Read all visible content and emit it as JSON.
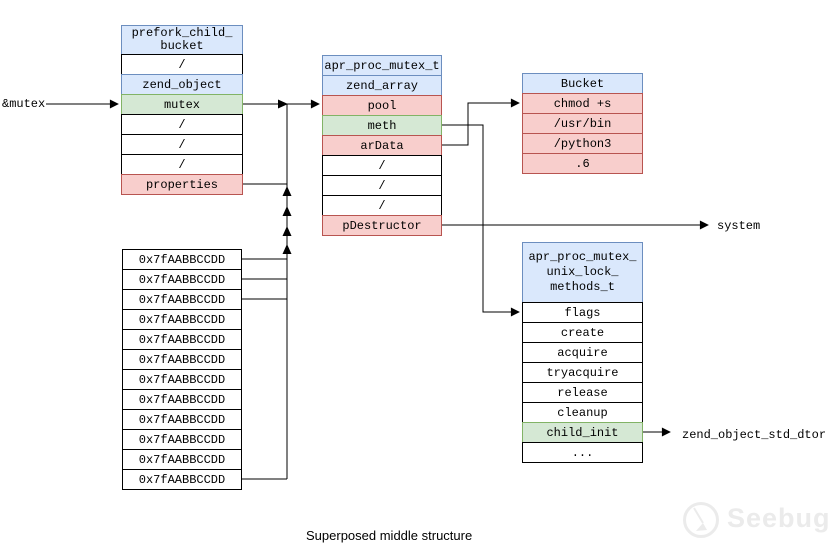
{
  "labels": {
    "amp_mutex": "&mutex",
    "system": "system",
    "zend_object_std_dtor": "zend_object_std_dtor",
    "caption": "Superposed middle structure",
    "watermark": "Seebug"
  },
  "colors": {
    "blue_fill": "#dae8fc",
    "blue_border": "#6c8ebf",
    "green_fill": "#d5e8d4",
    "green_border": "#82b366",
    "red_fill": "#f8cecc",
    "red_border": "#b85450",
    "line": "#000000",
    "watermark": "#ebebeb"
  },
  "boxes": {
    "prefork": {
      "title": [
        "prefork_child_",
        "bucket"
      ],
      "rows": [
        "/",
        "zend_object",
        "mutex",
        "/",
        "/",
        "/",
        "properties"
      ]
    },
    "apr_mutex": {
      "rows": [
        "apr_proc_mutex_t",
        "zend_array",
        "pool",
        "meth",
        "arData",
        "/",
        "/",
        "/",
        "pDestructor"
      ]
    },
    "bucket": {
      "rows": [
        "Bucket",
        "chmod +s",
        "/usr/bin",
        "/python3",
        ".6"
      ]
    },
    "methods": {
      "title": [
        "apr_proc_mutex_",
        "unix_lock_",
        "methods_t"
      ],
      "rows": [
        "flags",
        "create",
        "acquire",
        "tryacquire",
        "release",
        "cleanup",
        "child_init",
        "..."
      ]
    },
    "stack": {
      "rows": [
        "0x7fAABBCCDD",
        "0x7fAABBCCDD",
        "0x7fAABBCCDD",
        "0x7fAABBCCDD",
        "0x7fAABBCCDD",
        "0x7fAABBCCDD",
        "0x7fAABBCCDD",
        "0x7fAABBCCDD",
        "0x7fAABBCCDD",
        "0x7fAABBCCDD",
        "0x7fAABBCCDD",
        "0x7fAABBCCDD"
      ]
    }
  }
}
